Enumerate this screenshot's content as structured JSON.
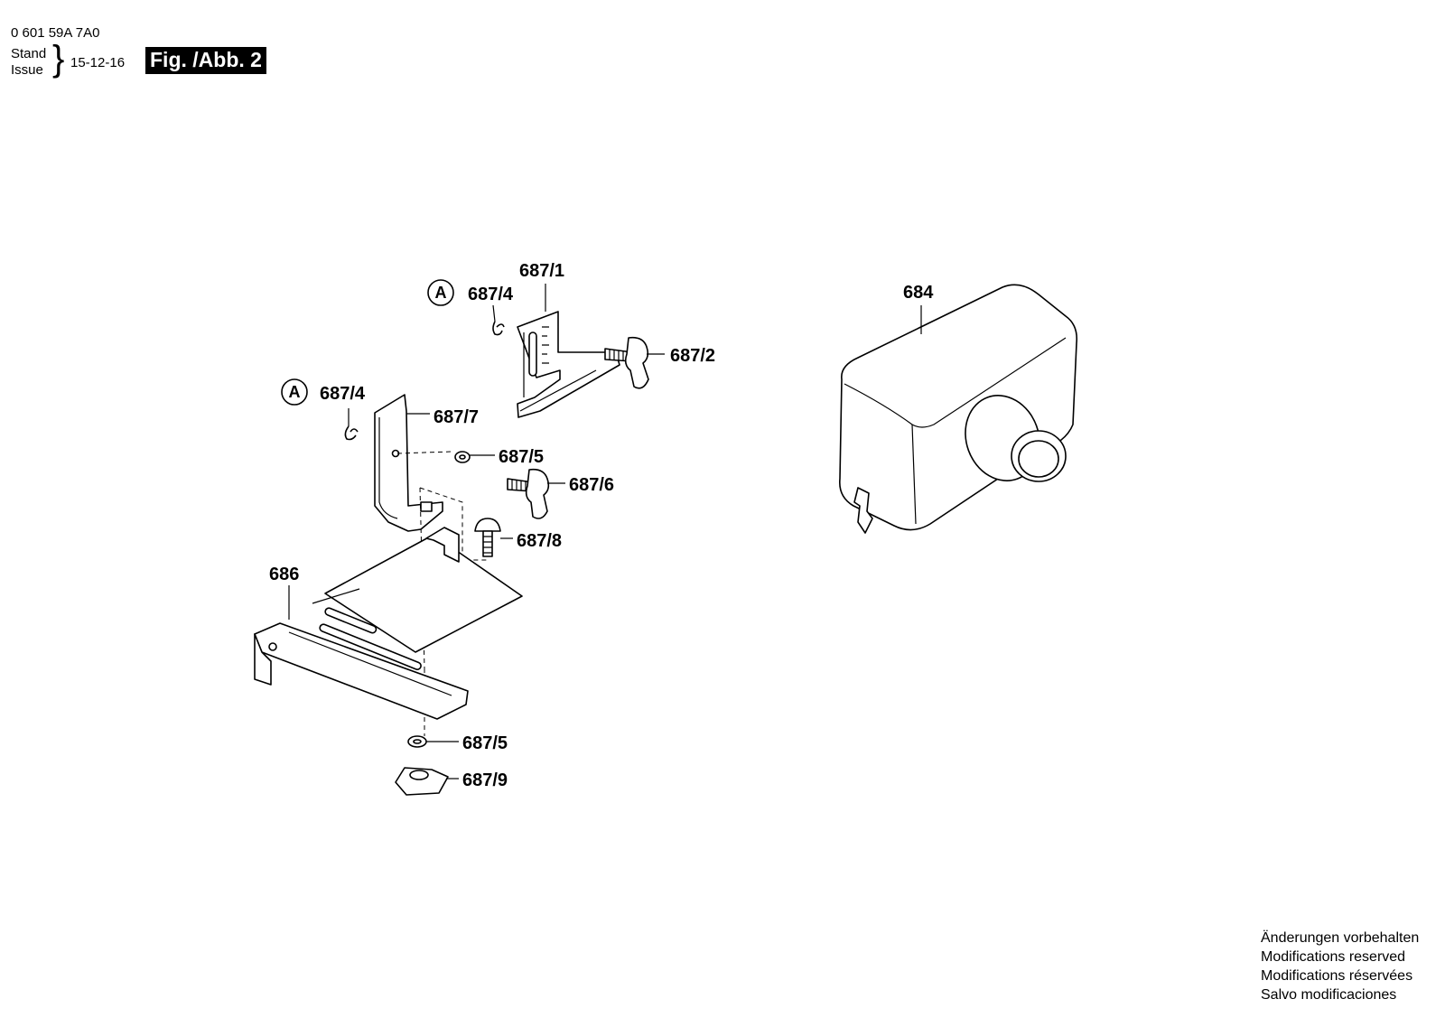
{
  "header": {
    "doc_number": "0 601 59A 7A0",
    "stand_label": "Stand",
    "issue_label": "Issue",
    "brace": "}",
    "issue_date": "15-12-16",
    "figure_label": "Fig. /Abb. 2"
  },
  "callouts": {
    "p687_1": "687/1",
    "p687_4_upper": "687/4",
    "p687_2": "687/2",
    "p687_4_lower": "687/4",
    "p687_7": "687/7",
    "p687_5_upper": "687/5",
    "p687_6": "687/6",
    "p687_8": "687/8",
    "p686": "686",
    "p687_5_lower": "687/5",
    "p687_9": "687/9",
    "p684": "684",
    "ref_a_upper": "A",
    "ref_a_lower": "A"
  },
  "notice": [
    "Änderungen vorbehalten",
    "Modifications reserved",
    "Modifications réservées",
    "Salvo modificaciones"
  ]
}
